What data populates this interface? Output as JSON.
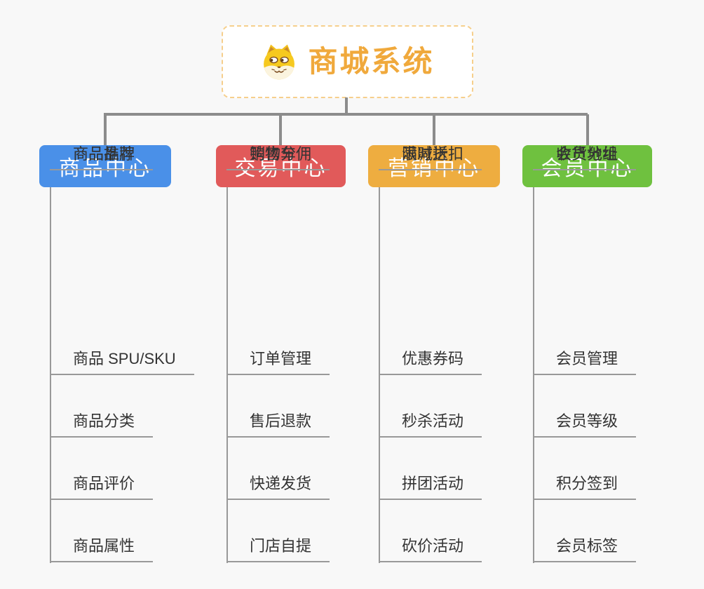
{
  "root": {
    "title": "商城系统",
    "icon": "shiba-dog-icon",
    "text_color": "#F0A93C",
    "border_color": "#F6CF8C"
  },
  "theme": {
    "background": "#F8F8F8",
    "connector_color": "#8C8C8C",
    "sub_line_color": "#999999",
    "item_text_color": "#333333"
  },
  "branches": [
    {
      "label": "商品中心",
      "color": "#4A90E8",
      "items": [
        "商品 SPU/SKU",
        "商品分类",
        "商品评价",
        "商品属性",
        "商品推荐",
        "商品品牌"
      ]
    },
    {
      "label": "交易中心",
      "color": "#E15A5A",
      "items": [
        "订单管理",
        "售后退款",
        "快递发货",
        "门店自提",
        "购物车",
        "销售分佣"
      ]
    },
    {
      "label": "营销中心",
      "color": "#EEAD40",
      "items": [
        "优惠券码",
        "秒杀活动",
        "拼团活动",
        "砍价活动",
        "限时折扣",
        "满减送"
      ]
    },
    {
      "label": "会员中心",
      "color": "#6FC13F",
      "items": [
        "会员管理",
        "会员等级",
        "积分签到",
        "会员标签",
        "会员分组",
        "收货地址"
      ]
    }
  ]
}
